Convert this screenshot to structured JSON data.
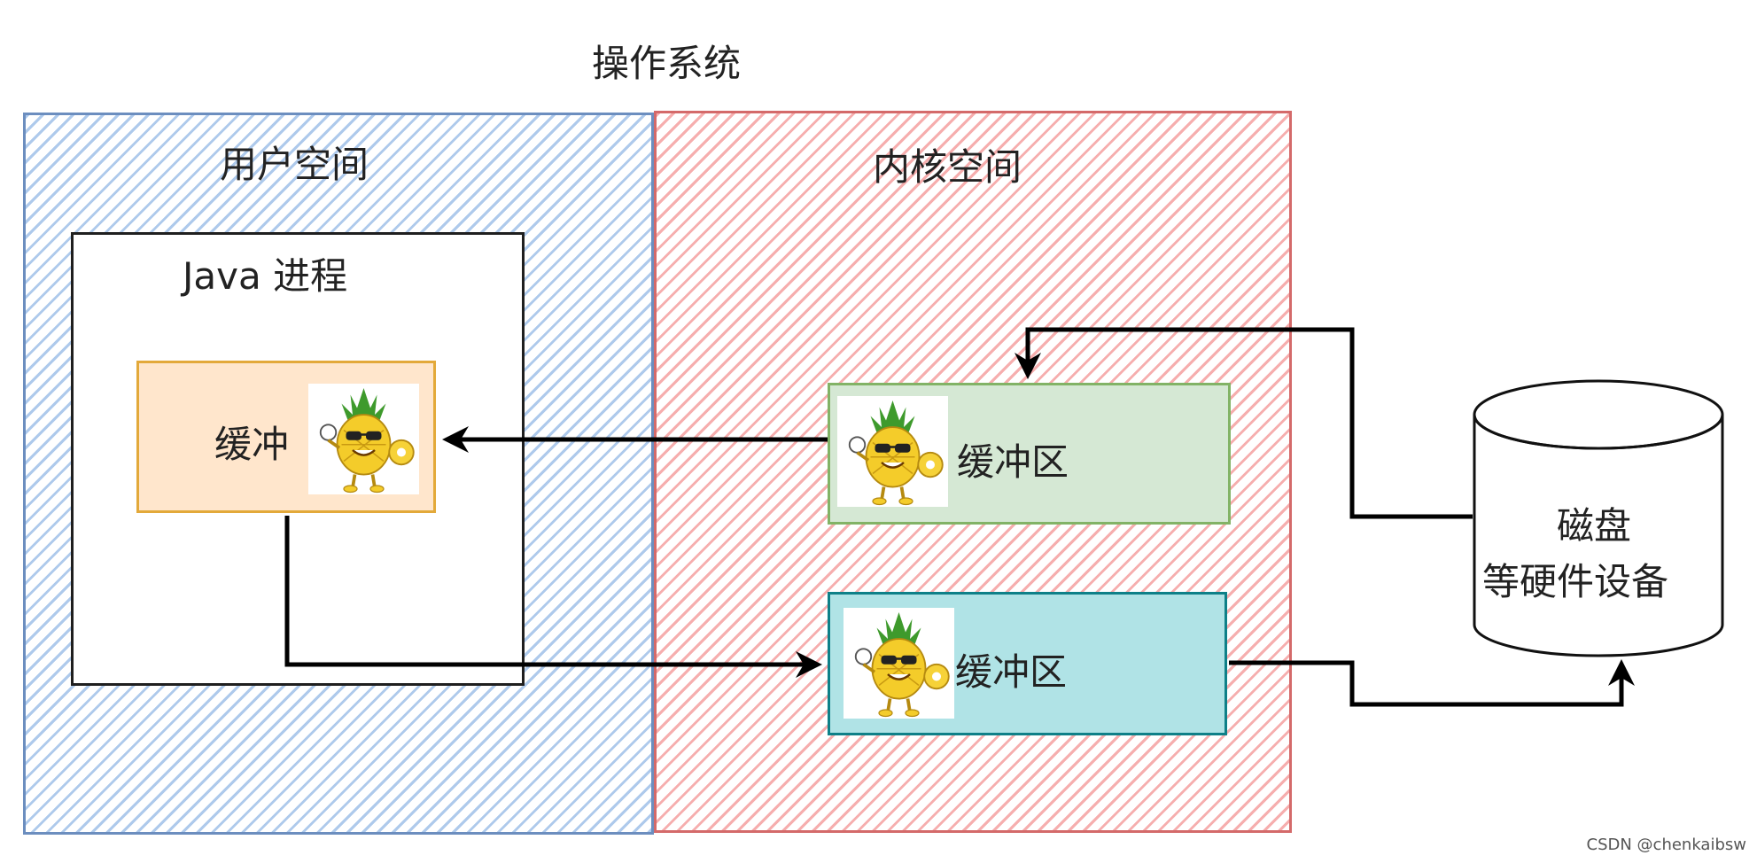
{
  "diagram": {
    "os_title": "操作系统",
    "user_space": {
      "title": "用户空间"
    },
    "kernel_space": {
      "title": "内核空间"
    },
    "java_process": {
      "title": "Java 进程",
      "buffer_label": "缓冲"
    },
    "kernel_buffer_read": {
      "label": "缓冲区"
    },
    "kernel_buffer_write": {
      "label": "缓冲区"
    },
    "disk": {
      "line1": "磁盘",
      "line2": "等硬件设备"
    },
    "icons": [
      "pineapple-mascot-icon",
      "arrow-head-icon"
    ],
    "colors": {
      "user_space_border": "#6c8ebf",
      "user_space_hatch": "#a0c0e8",
      "kernel_space_border": "#d46a6a",
      "kernel_space_hatch": "#f4a0a0",
      "java_buffer_fill": "#ffe6cc",
      "java_buffer_border": "#e3a93a",
      "kernel_read_fill": "#d5e8d4",
      "kernel_read_border": "#82b366",
      "kernel_write_fill": "#b0e3e6",
      "kernel_write_border": "#0e8088",
      "arrow": "#000000"
    }
  },
  "watermark": "CSDN @chenkaibsw"
}
